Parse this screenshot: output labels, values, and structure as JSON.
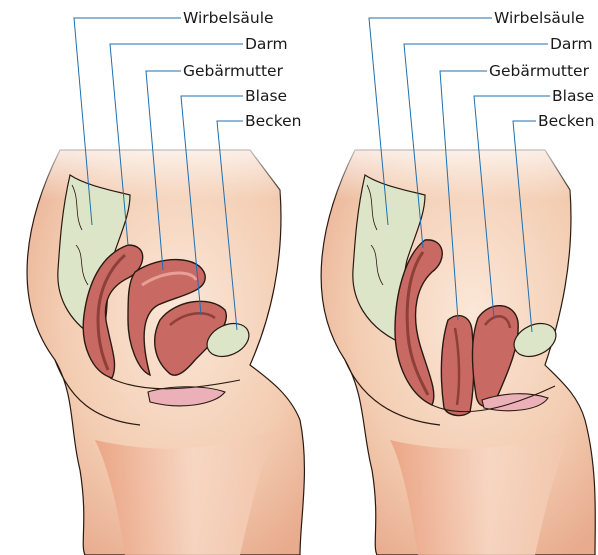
{
  "panels": [
    {
      "id": "left",
      "labels": [
        "Wirbelsäule",
        "Darm",
        "Gebärmutter",
        "Blase",
        "Becken"
      ]
    },
    {
      "id": "right",
      "labels": [
        "Wirbelsäule",
        "Darm",
        "Gebärmutter",
        "Blase",
        "Becken"
      ]
    }
  ],
  "colors": {
    "skin": "#f3cdb2",
    "skin_dark": "#e7a98c",
    "outline": "#2a1a12",
    "bone": "#dde5c9",
    "organ": "#c86a63",
    "organ_dark": "#8e3f3a",
    "organ_light": "#e6a098",
    "pink_tissue": "#ecb1b8",
    "leader_line": "#1e6fb0"
  }
}
